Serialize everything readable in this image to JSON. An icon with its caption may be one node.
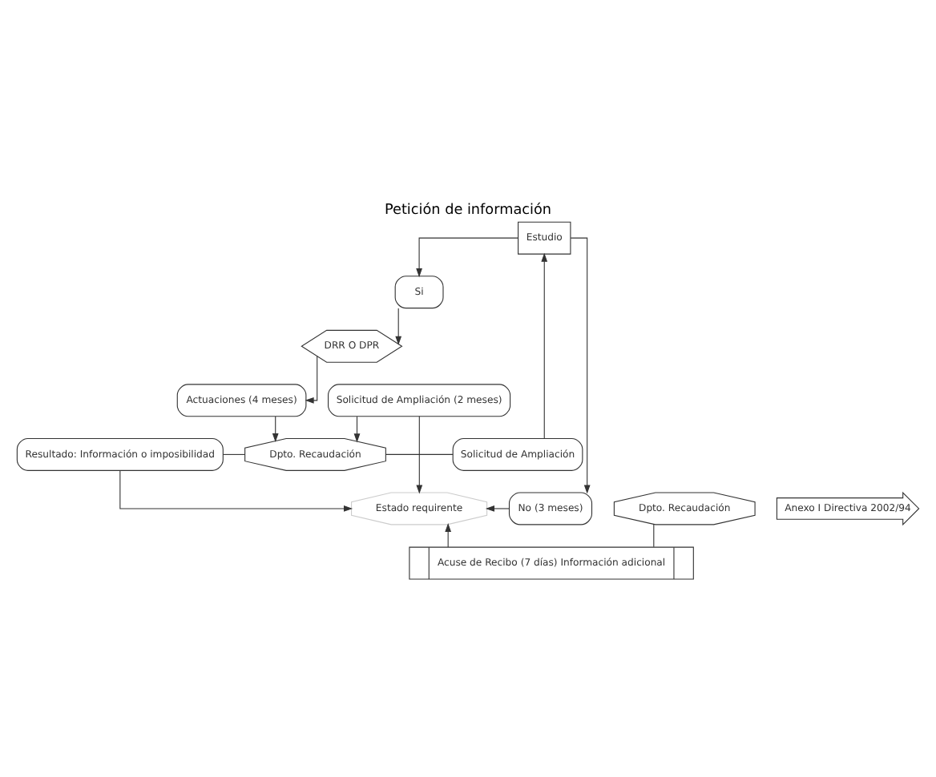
{
  "diagram": {
    "title": "Petición de información",
    "nodes": [
      {
        "text": [
          "Estado requirente"
        ]
      },
      {
        "text": [
          "Anexo I Directiva 2002/94"
        ]
      },
      {
        "text": [
          "Dpto. Recaudación"
        ]
      },
      {
        "text": [
          "No (3 meses)"
        ]
      },
      {
        "text": [
          "Estudio"
        ]
      },
      {
        "text": [
          "Si"
        ]
      },
      {
        "text": [
          "Acuse de Recibo (7 días) Información adicional"
        ]
      },
      {
        "text": [
          "DRR O DPR"
        ]
      },
      {
        "text": [
          "Actuaciones (4 meses)"
        ]
      },
      {
        "text": [
          "Resultado: Información o imposibilidad"
        ]
      },
      {
        "text": [
          "Dpto. Recaudación"
        ]
      },
      {
        "text": [
          "Solicitud de Ampliación"
        ]
      },
      {
        "text": [
          "Solicitud de Ampliación (2 meses)"
        ]
      }
    ],
    "edges": [
      {
        "from": 4,
        "to": 3,
        "arrow": "to"
      },
      {
        "from": 4,
        "to": 5,
        "arrow": "to"
      },
      {
        "from": 3,
        "to": 0,
        "arrow": "to"
      },
      {
        "from": 5,
        "to": 7,
        "arrow": "to"
      },
      {
        "from": 2,
        "to": 6,
        "arrow": "none"
      },
      {
        "from": 6,
        "to": 0,
        "arrow": "to"
      },
      {
        "from": 7,
        "to": 8,
        "arrow": "to"
      },
      {
        "from": 8,
        "to": 10,
        "arrow": "to"
      },
      {
        "from": 10,
        "to": 9,
        "arrow": "none"
      },
      {
        "from": 9,
        "to": 0,
        "arrow": "to"
      },
      {
        "from": 10,
        "to": 11,
        "arrow": "none"
      },
      {
        "from": 11,
        "to": 4,
        "arrow": "to"
      },
      {
        "from": 12,
        "to": 0,
        "arrow": "to"
      },
      {
        "from": 12,
        "to": 10,
        "arrow": "to"
      }
    ]
  }
}
